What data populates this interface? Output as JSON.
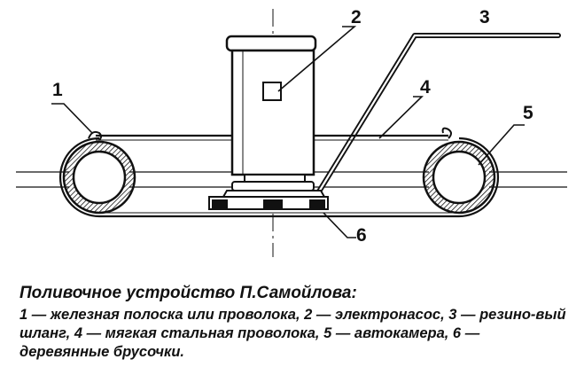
{
  "figure": {
    "labels": {
      "l1": "1",
      "l2": "2",
      "l3": "3",
      "l4": "4",
      "l5": "5",
      "l6": "6"
    }
  },
  "caption": {
    "title": "Поливочное устройство П.Самойлова:",
    "text": "1 — железная полоска или проволока, 2 — электронасос, 3 — резино-вый шланг, 4 — мягкая стальная проволока, 5 — автокамера, 6 — деревянные брусочки."
  },
  "colors": {
    "ink": "#111111",
    "background": "#ffffff"
  }
}
